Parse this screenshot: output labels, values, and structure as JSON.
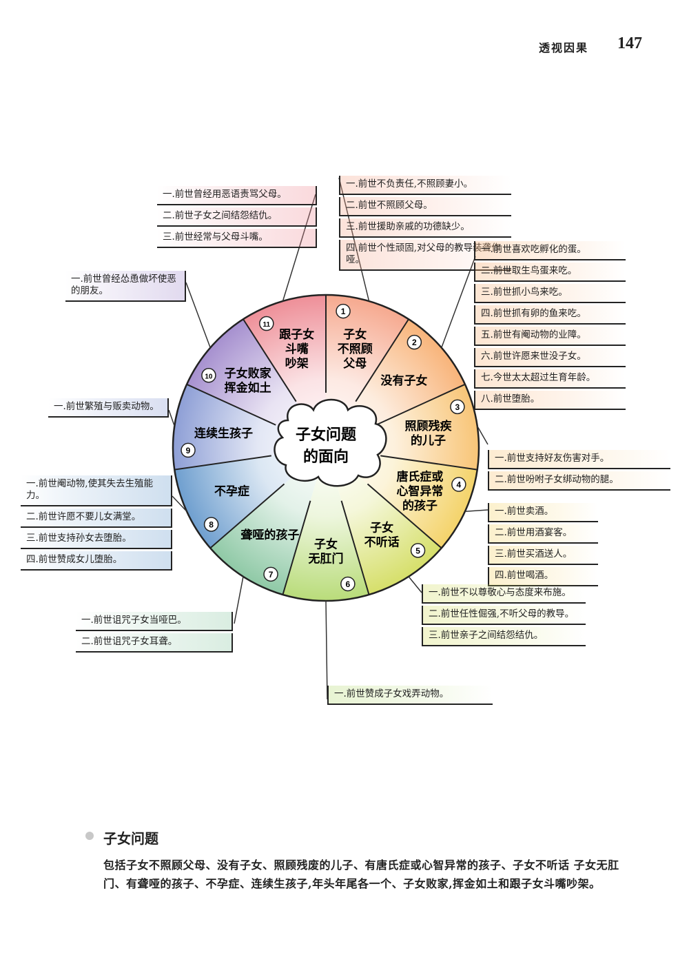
{
  "header": {
    "section": "透视因果",
    "page_number": "147"
  },
  "center": {
    "line1": "子女问题",
    "line2": "的面向"
  },
  "segments": [
    {
      "num": "1",
      "lines": [
        "子女",
        "不照顾",
        "父母"
      ]
    },
    {
      "num": "2",
      "lines": [
        "没有子女"
      ]
    },
    {
      "num": "3",
      "lines": [
        "照顾残疾",
        "的儿子"
      ]
    },
    {
      "num": "4",
      "lines": [
        "唐氏症或",
        "心智异常",
        "的孩子"
      ]
    },
    {
      "num": "5",
      "lines": [
        "子女",
        "不听话"
      ]
    },
    {
      "num": "6",
      "lines": [
        "子女",
        "无肛门"
      ]
    },
    {
      "num": "7",
      "lines": [
        "聋哑的孩子"
      ]
    },
    {
      "num": "8",
      "lines": [
        "不孕症"
      ]
    },
    {
      "num": "9",
      "lines": [
        "连续生孩子"
      ]
    },
    {
      "num": "10",
      "lines": [
        "子女败家",
        "挥金如土"
      ]
    },
    {
      "num": "11",
      "lines": [
        "跟子女",
        "斗嘴",
        "吵架"
      ]
    }
  ],
  "notes": {
    "s1": [
      "一.前世不负责任,不照顾妻小。",
      "二.前世不照顾父母。",
      "三.前世援助亲戚的功德缺少。",
      "四.前世个性顽固,对父母的教导装聋作哑。"
    ],
    "s2": [
      "一.前世喜欢吃孵化的蛋。",
      "二.前世取生鸟蛋来吃。",
      "三.前世抓小鸟来吃。",
      "四.前世抓有卵的鱼来吃。",
      "五.前世有阉动物的业障。",
      "六.前世许愿来世没子女。",
      "七.今世太太超过生育年龄。",
      "八.前世堕胎。"
    ],
    "s3": [
      "一.前世支持好友伤害对手。",
      "二.前世吩咐子女绑动物的腿。"
    ],
    "s4": [
      "一.前世卖酒。",
      "二.前世用酒宴客。",
      "三.前世买酒送人。",
      "四.前世喝酒。"
    ],
    "s5": [
      "一.前世不以尊敬心与态度来布施。",
      "二.前世任性倔强,不听父母的教导。",
      "三.前世亲子之间结怨结仇。"
    ],
    "s6": [
      "一.前世赞成子女戏弄动物。"
    ],
    "s7": [
      "一.前世诅咒子女当哑巴。",
      "二.前世诅咒子女耳聋。"
    ],
    "s8": [
      "一.前世阉动物,使其失去生殖能力。",
      "二.前世许愿不要儿女满堂。",
      "三.前世支持孙女去堕胎。",
      "四.前世赞成女儿堕胎。"
    ],
    "s9": [
      "一.前世繁殖与贩卖动物。"
    ],
    "s10": [
      "一.前世曾经怂恿做坏使恶的朋友。"
    ],
    "s11": [
      "一.前世曾经用恶语责骂父母。",
      "二.前世子女之间结怨结仇。",
      "三.前世经常与父母斗嘴。"
    ]
  },
  "section": {
    "title": "子女问题",
    "body": "包括子女不照顾父母、没有子女、照顾残废的儿子、有唐氏症或心智异常的孩子、子女不听话 子女无肛门、有聋哑的孩子、不孕症、连续生孩子,年头年尾各一个、子女败家,挥金如土和跟子女斗嘴吵架。"
  },
  "colors": {
    "s1": "#f6a98f",
    "s2": "#f8b47a",
    "s3": "#f8c577",
    "s4": "#f4d36a",
    "s5": "#d6df6a",
    "s6": "#b9dc7a",
    "s7": "#8fc9a6",
    "s8": "#6f9fcf",
    "s9": "#8e9fd6",
    "s10": "#a690cf",
    "s11": "#ee8f98"
  }
}
